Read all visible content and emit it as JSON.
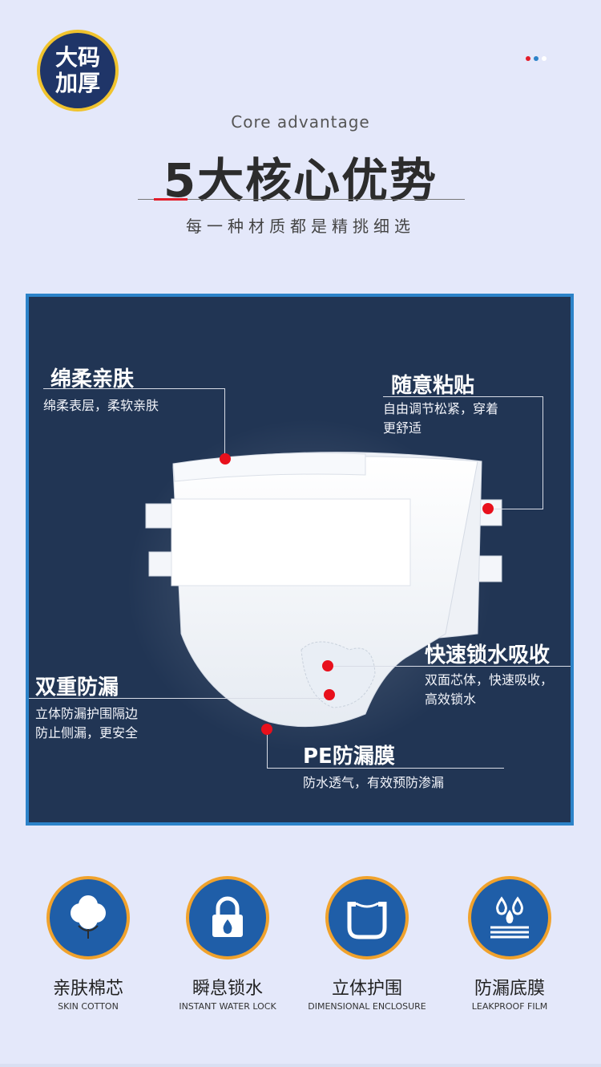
{
  "badge": {
    "line1": "大码",
    "line2": "加厚"
  },
  "header": {
    "eyebrow": "Core advantage",
    "title": "5大核心优势",
    "subtitle": "每一种材质都是精挑细选"
  },
  "colors": {
    "accent_red": "#e31d2a",
    "panel_bg": "#213554",
    "panel_border": "#2c83c9",
    "icon_ring": "#f0a22c"
  },
  "callouts": [
    {
      "title": "绵柔亲肤",
      "desc": [
        "绵柔表层，柔软亲肤"
      ]
    },
    {
      "title": "随意粘贴",
      "desc": [
        "自由调节松紧，穿着",
        "更舒适"
      ]
    },
    {
      "title": "快速锁水吸收",
      "desc": [
        "双面芯体，快速吸收，",
        "高效锁水"
      ]
    },
    {
      "title": "双重防漏",
      "desc": [
        "立体防漏护围隔边",
        "防止侧漏，更安全"
      ]
    },
    {
      "title": "PE防漏膜",
      "desc": [
        "防水透气，有效预防渗漏"
      ]
    }
  ],
  "features": [
    {
      "icon": "cotton-icon",
      "name": "亲肤棉芯",
      "en": "SKIN COTTON"
    },
    {
      "icon": "lock-droplet-icon",
      "name": "瞬息锁水",
      "en": "INSTANT WATER LOCK"
    },
    {
      "icon": "enclosure-icon",
      "name": "立体护围",
      "en": "DIMENSIONAL ENCLOSURE"
    },
    {
      "icon": "droplets-film-icon",
      "name": "防漏底膜",
      "en": "LEAKPROOF FILM"
    }
  ]
}
